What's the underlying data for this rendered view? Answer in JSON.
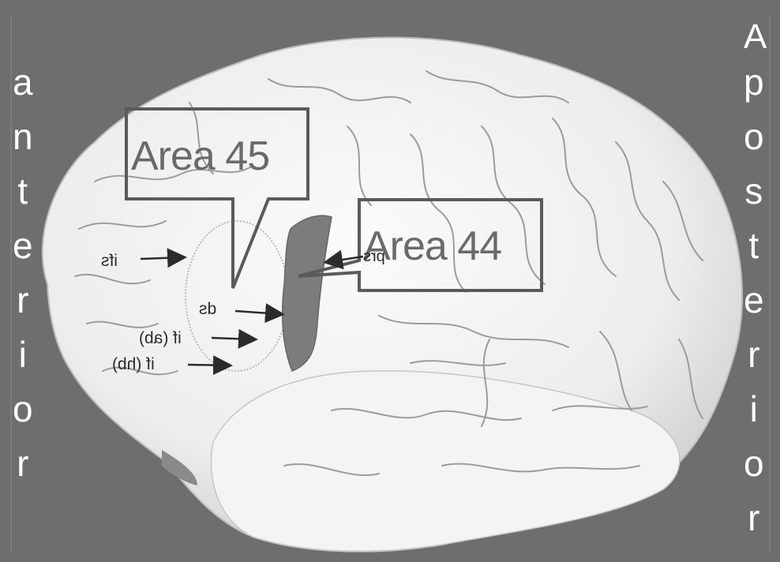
{
  "side_labels": {
    "left": "anterior",
    "right": "posterior",
    "right_top_glyph": "A"
  },
  "areas": {
    "area45": "Area 45",
    "area44": "Area 44"
  },
  "sulcus_labels": {
    "ifs": "ifs",
    "ds": "ds",
    "if_ab": "if (ab)",
    "if_hb": "if (hb)",
    "prs": "prs"
  },
  "colors": {
    "background": "#6e6e6e",
    "brain": "#f2f2f2",
    "area44_fill": "#7c7c7c",
    "box_stroke": "#5a5a5a",
    "label_text": "#ffffff"
  },
  "icons": {
    "arrow": "arrow-right-icon"
  }
}
